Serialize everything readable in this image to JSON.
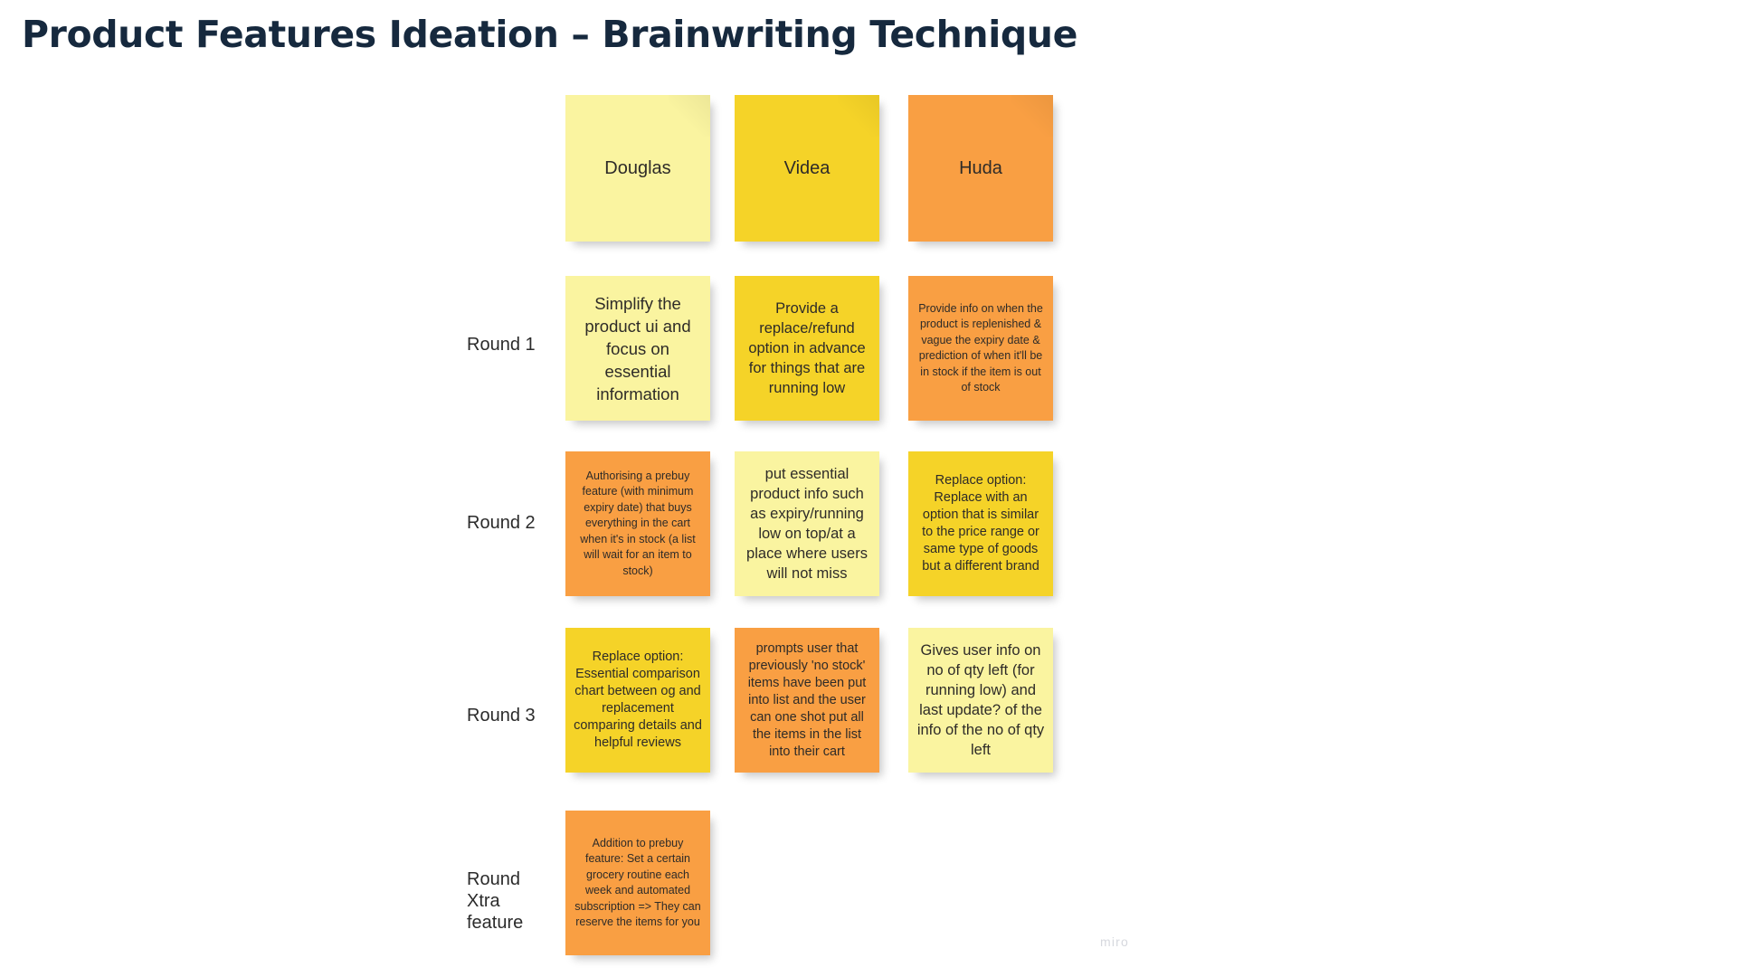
{
  "page": {
    "title": "Product Features Ideation – Brainwriting Technique",
    "watermark": "miro",
    "background_color": "#ffffff",
    "title_color": "#16293e"
  },
  "palette": {
    "pale_yellow": "#faf4a0",
    "gold": "#f5d328",
    "orange": "#f99f43",
    "note_text": "#2e2b28",
    "label_text": "#2b2b2b",
    "watermark": "#d6d8de"
  },
  "columns": [
    {
      "id": "douglas",
      "name": "Douglas",
      "color": "#faf4a0"
    },
    {
      "id": "videa",
      "name": "Videa",
      "color": "#f5d328"
    },
    {
      "id": "huda",
      "name": "Huda",
      "color": "#f99f43"
    }
  ],
  "rows": [
    {
      "id": "round-1",
      "label": "Round 1",
      "label_lines": [
        "Round 1"
      ]
    },
    {
      "id": "round-2",
      "label": "Round 2",
      "label_lines": [
        "Round 2"
      ]
    },
    {
      "id": "round-3",
      "label": "Round 3",
      "label_lines": [
        "Round 3"
      ]
    },
    {
      "id": "round-xtra",
      "label": "Round Xtra feature",
      "label_lines": [
        "Round",
        "Xtra",
        "feature"
      ]
    }
  ],
  "notes": {
    "round1": {
      "douglas": {
        "text": "Simplify the product ui and focus on essential information",
        "color": "#faf4a0",
        "size": "t-lg"
      },
      "videa": {
        "text": "Provide a replace/refund option in advance for things that are running low",
        "color": "#f5d328",
        "size": "t-md"
      },
      "huda": {
        "text": "Provide info on when the product is replenished & vague the expiry date & prediction of when it'll be in stock if the item is out of stock",
        "color": "#f99f43",
        "size": "t-xs"
      }
    },
    "round2": {
      "douglas": {
        "text": "Authorising a prebuy feature (with minimum expiry date) that buys everything in the cart when it's in stock (a list will wait for an item to stock)",
        "color": "#f99f43",
        "size": "t-xs"
      },
      "videa": {
        "text": "put essential product info such as expiry/running low on top/at a place where users will not miss",
        "color": "#faf4a0",
        "size": "t-md"
      },
      "huda": {
        "text": "Replace option: Replace with an option that is similar to the price range or same type of goods but a different brand",
        "color": "#f5d328",
        "size": "t-sm"
      }
    },
    "round3": {
      "douglas": {
        "text": "Replace option: Essential comparison chart between og and replacement comparing details and helpful reviews",
        "color": "#f5d328",
        "size": "t-sm"
      },
      "videa": {
        "text": "prompts user that previously 'no stock' items have been put into list and the user can one shot put all the items in the list into their cart",
        "color": "#f99f43",
        "size": "t-sm"
      },
      "huda": {
        "text": "Gives user info on no of qty left (for running low) and last update? of the info of the no of qty left",
        "color": "#faf4a0",
        "size": "t-md"
      }
    },
    "roundXtra": {
      "douglas": {
        "text": "Addition to prebuy feature: Set a certain grocery routine each week and automated subscription => They can reserve the items for you",
        "color": "#f99f43",
        "size": "t-xs"
      },
      "videa": null,
      "huda": null
    }
  }
}
